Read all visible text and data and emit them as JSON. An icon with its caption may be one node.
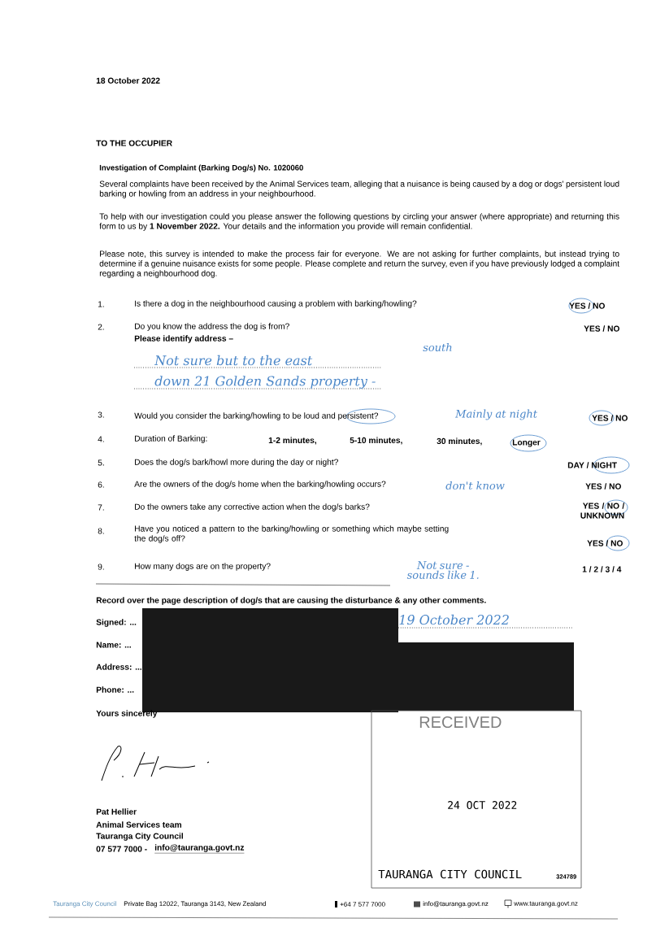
{
  "diagram": {
    "title": "Investigation of Complaint (Barking Dog/s) No. 1020060",
    "labels": [
      "18 October 2022",
      "TO THE OCCUPIER",
      "Several complaints have been received by the Animal Services team, alleging that a nuisance is being caused by a dog or dogs' persistent loud barking or howling from an address in your neighbourhood.",
      "To help with our investigation could you please answer the following questions by circling your answer (where appropriate) and returning this form to us by **1 November 2022.** Your details and the information you provide will remain confidential.",
      "Please note, this survey is intended to make the process fair for everyone. We are not asking for further complaints, but instead trying to determine if a genuine nuisance exists for some people. Please complete and return the survey, even if you have previously lodged a complaint regarding a neighbourhood dog.",
      "1.",
      "Is there a dog in the neighbourhood causing a problem with barking/howling?",
      "YES / NO",
      "2.",
      "Do you know the address the dog is from?",
      "Please identify address –",
      "YES / NO",
      "south",
      "Not sure but to the east",
      "down 21 Golden Sands property -",
      "3.",
      "Would you consider the barking/howling to be loud and persistent?",
      "Mainly at night",
      "YES / NO",
      "4.",
      "Duration of Barking:",
      "1-2 minutes,",
      "5-10 minutes,",
      "30 minutes,",
      "Longer",
      "5.",
      "Does the dog/s bark/howl more during the day or night?",
      "DAY / NIGHT",
      "6.",
      "Are the owners of the dog/s home when the barking/howling occurs?",
      "don't know",
      "YES / NO",
      "7.",
      "Do the owners take any corrective action when the dog/s barks?",
      "YES / NO / UNKNOWN",
      "8.",
      "Have you noticed a pattern to the barking/howling or something which maybe setting the dog/s off?",
      "YES / NO",
      "9.",
      "How many dogs are on the property?",
      "Not sure - sounds like 1.",
      "1 / 2 / 3 / 4",
      "Record over the page description of dog/s that are causing the disturbance & any other comments.",
      "Signed: ...",
      "19 October 2022",
      "Name: ...",
      "Address: ...",
      "Phone: ...",
      "Yours sincerely",
      "Pat Hellier",
      "Animal Services team",
      "Tauranga City Council",
      "07 577 7000 -",
      "info@tauranga.govt.nz",
      "RECEIVED",
      "24 OCT 2022",
      "TAURANGA CITY COUNCIL",
      "324789",
      "Tauranga City Council",
      "Private Bag 12022, Tauranga 3143, New Zealand",
      "+64 7 577 7000",
      "info@tauranga.govt.nz",
      "www.tauranga.govt.nz"
    ]
  }
}
